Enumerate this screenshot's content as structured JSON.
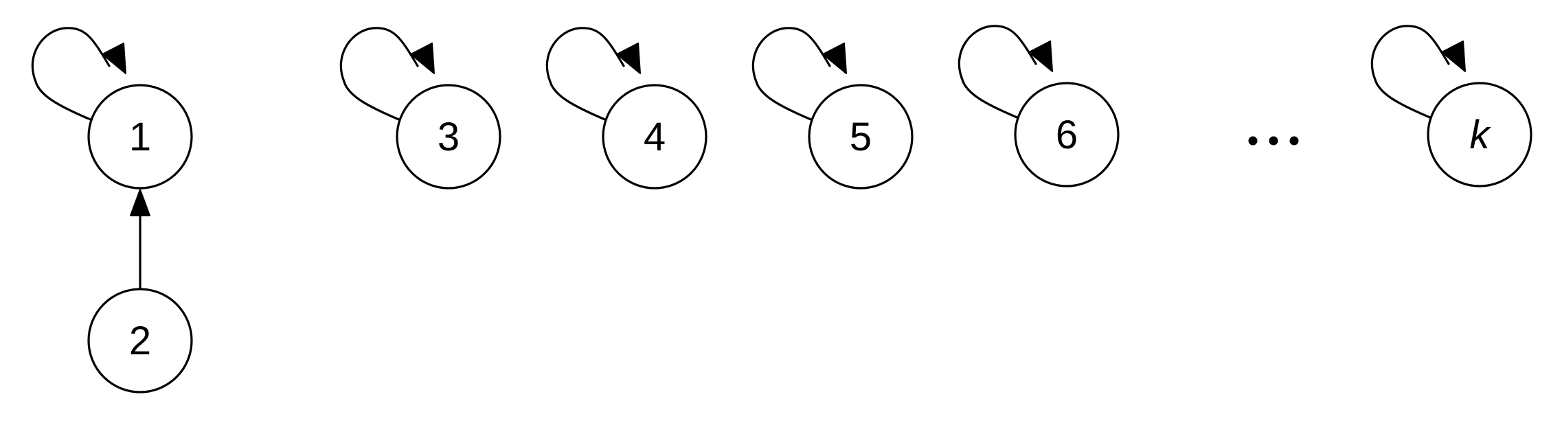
{
  "nodes": [
    {
      "id": "1",
      "label": "1",
      "italic": false,
      "self_loop": true
    },
    {
      "id": "2",
      "label": "2",
      "italic": false,
      "self_loop": false
    },
    {
      "id": "3",
      "label": "3",
      "italic": false,
      "self_loop": true
    },
    {
      "id": "4",
      "label": "4",
      "italic": false,
      "self_loop": true
    },
    {
      "id": "5",
      "label": "5",
      "italic": false,
      "self_loop": true
    },
    {
      "id": "6",
      "label": "6",
      "italic": false,
      "self_loop": true
    },
    {
      "id": "k",
      "label": "k",
      "italic": true,
      "self_loop": true
    }
  ],
  "edges": [
    {
      "from": "2",
      "to": "1"
    }
  ],
  "ellipsis": "..."
}
